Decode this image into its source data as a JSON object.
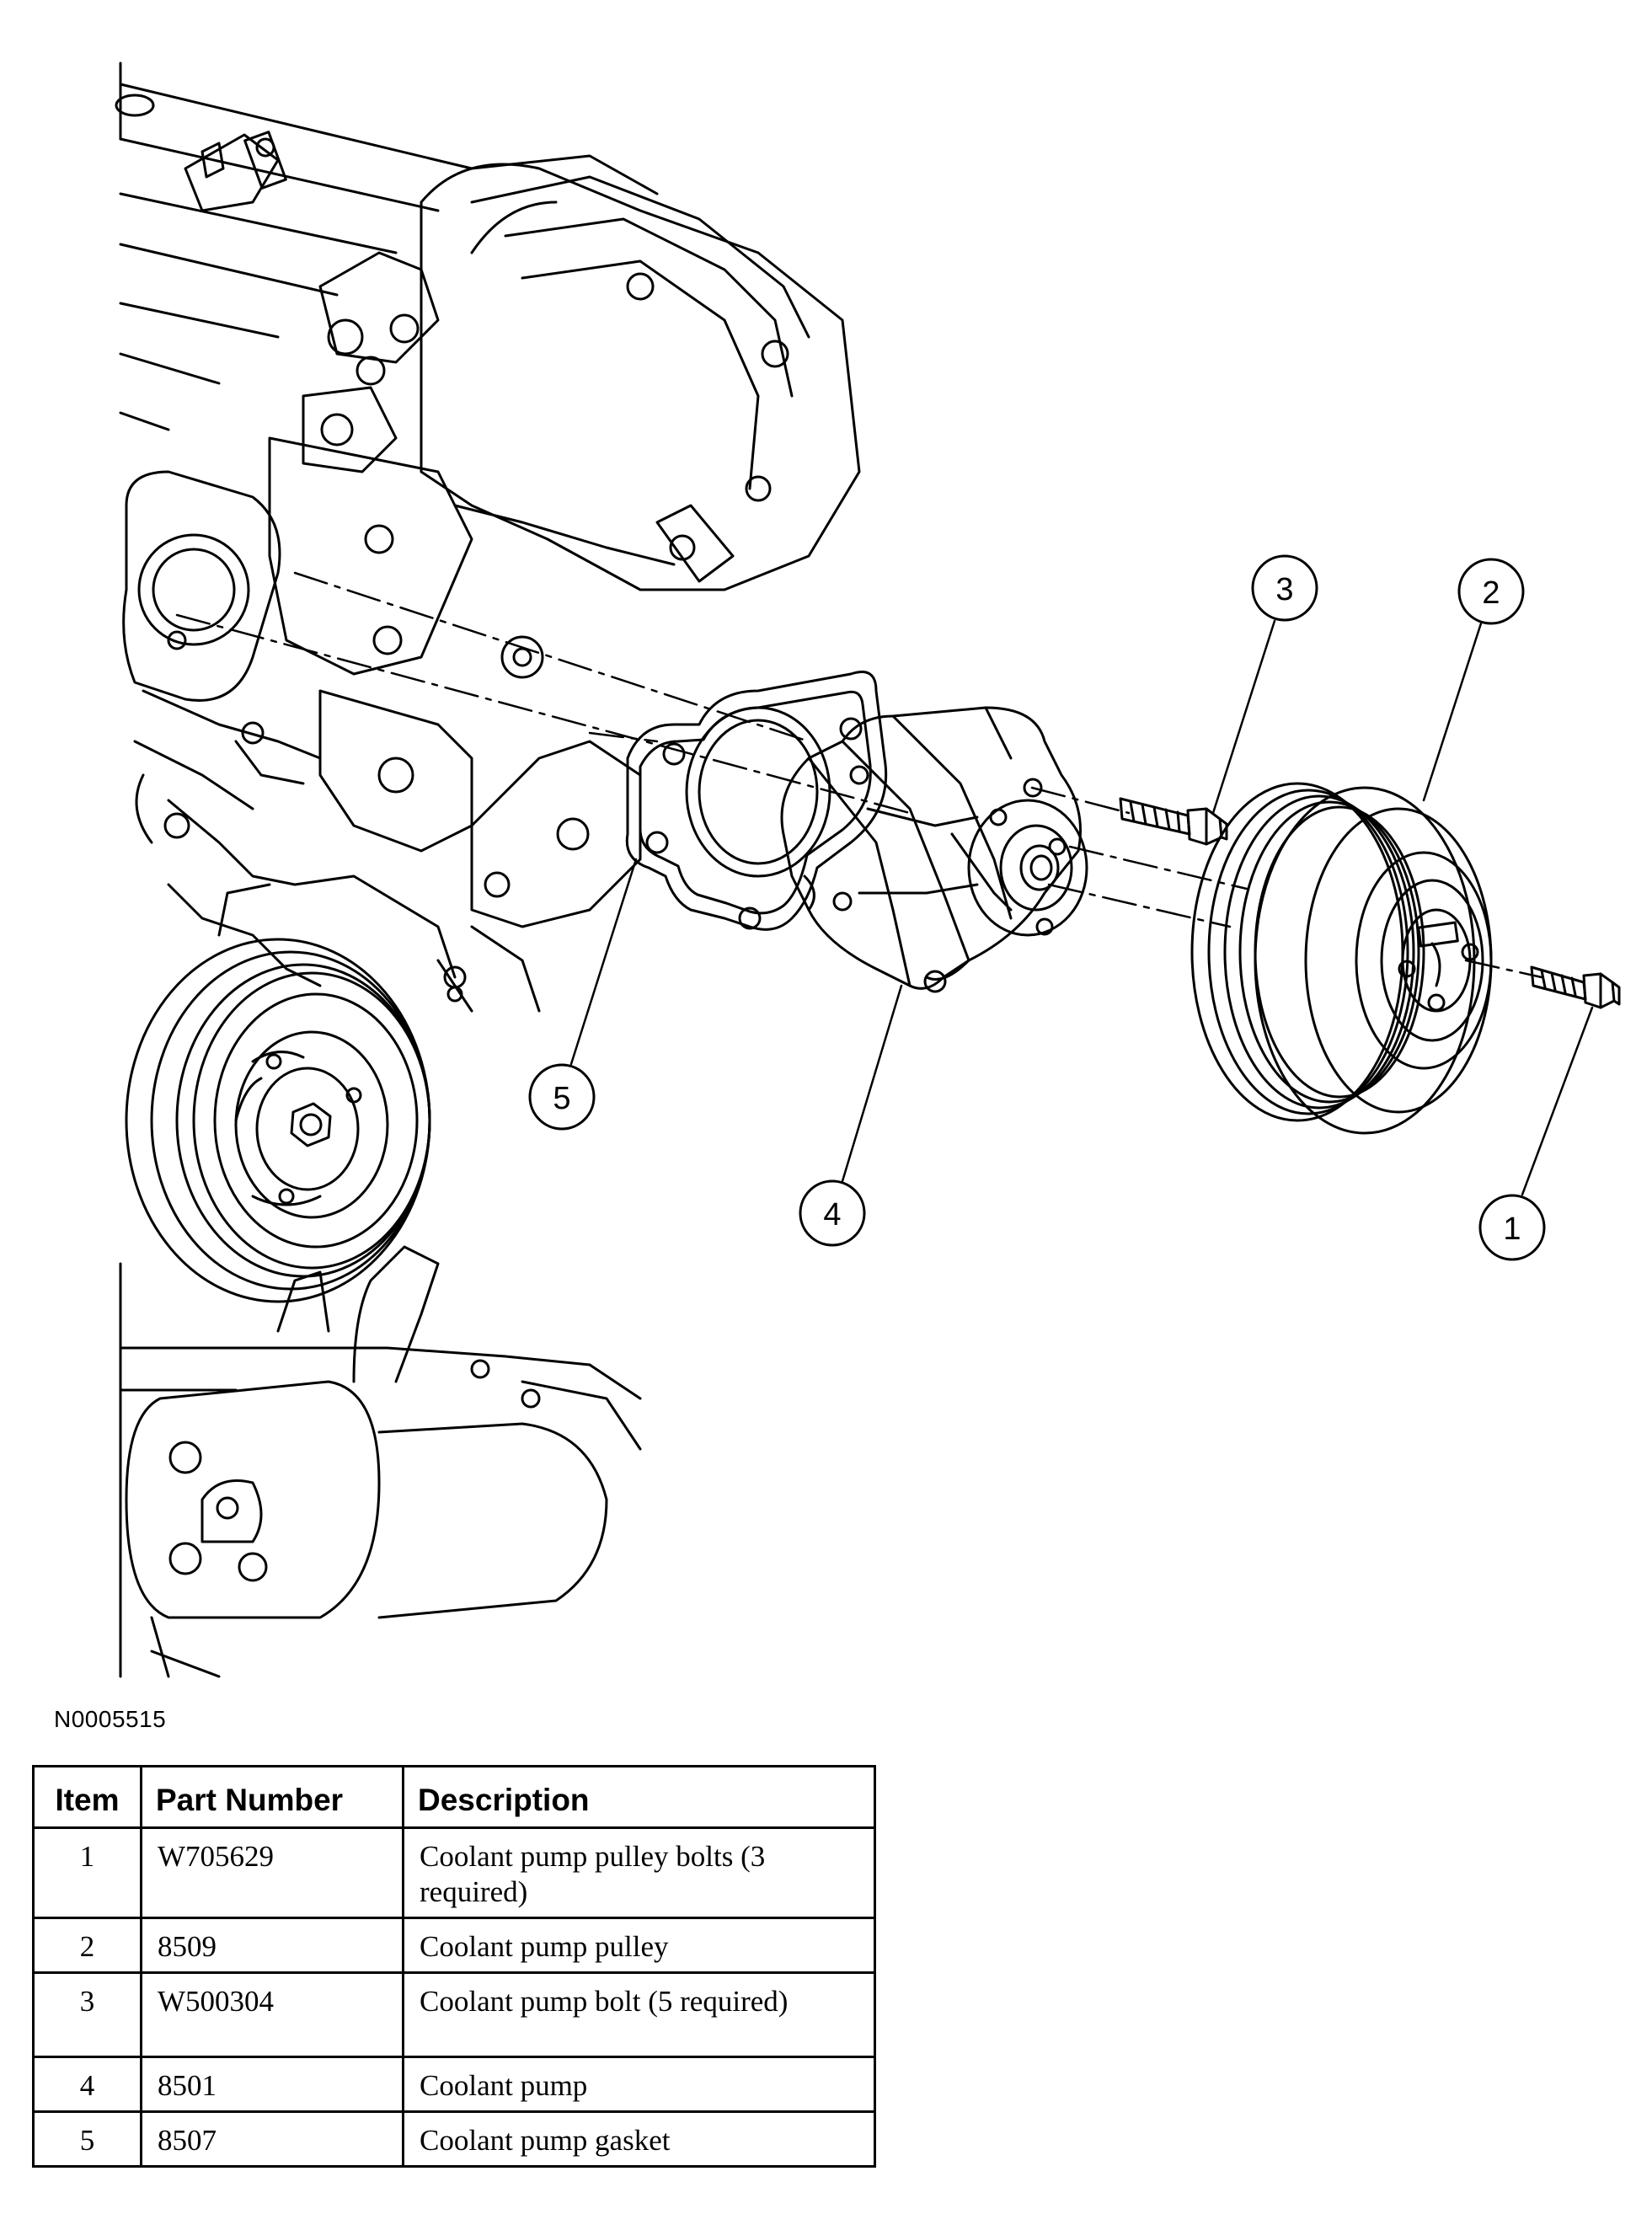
{
  "figure": {
    "id": "N0005515",
    "callouts": [
      "1",
      "2",
      "3",
      "4",
      "5"
    ]
  },
  "table": {
    "headers": {
      "item": "Item",
      "part_number": "Part Number",
      "description": "Description"
    },
    "rows": [
      {
        "item": "1",
        "part_number": "W705629",
        "description": "Coolant pump pulley bolts (3 required)"
      },
      {
        "item": "2",
        "part_number": "8509",
        "description": "Coolant pump pulley"
      },
      {
        "item": "3",
        "part_number": "W500304",
        "description": "Coolant pump bolt (5 required)"
      },
      {
        "item": "4",
        "part_number": "8501",
        "description": "Coolant pump"
      },
      {
        "item": "5",
        "part_number": "8507",
        "description": "Coolant pump gasket"
      }
    ]
  }
}
